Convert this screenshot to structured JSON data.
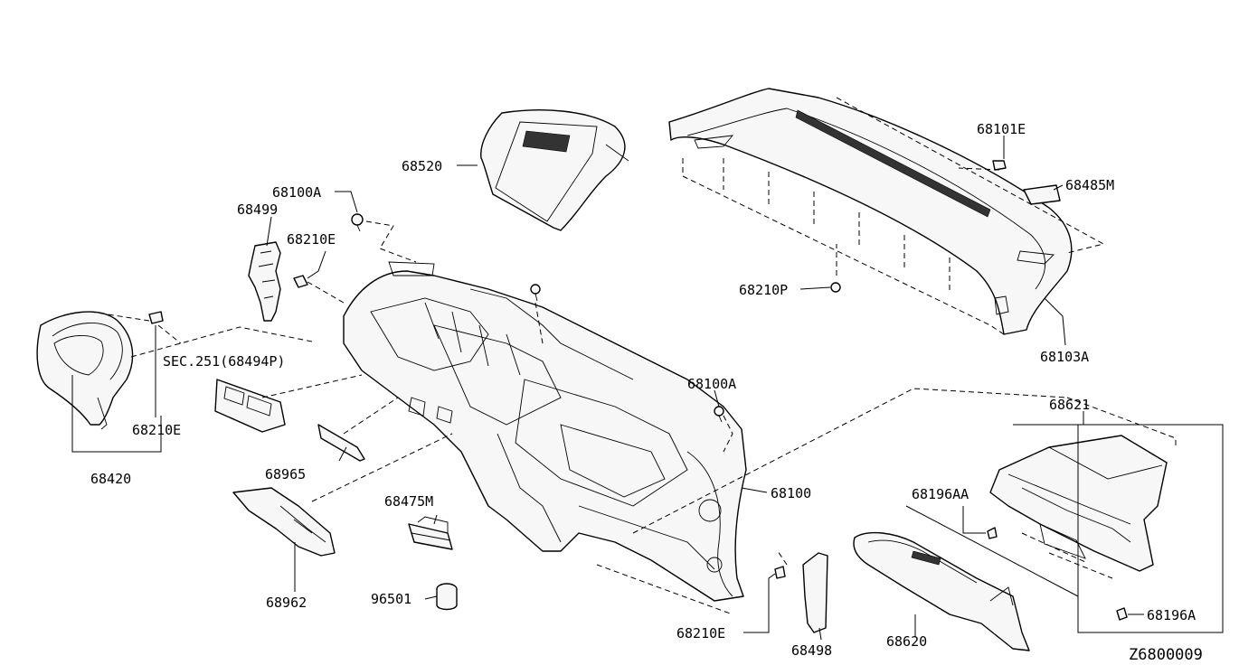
{
  "diagram_id": "Z6800009",
  "labels": {
    "p68520": "68520",
    "p68100A_top": "68100A",
    "p68499": "68499",
    "p68210E_top": "68210E",
    "p68101E": "68101E",
    "p68485M": "68485M",
    "p68210P": "68210P",
    "p68103A": "68103A",
    "sec251": "SEC.251(68494P)",
    "p68210E_left": "68210E",
    "p68420": "68420",
    "p68965": "68965",
    "p68100A_mid": "68100A",
    "p68621": "68621",
    "p68196AA": "68196AA",
    "p68100": "68100",
    "p68475M": "68475M",
    "p68962": "68962",
    "p96501": "96501",
    "p68210E_bottom": "68210E",
    "p68498": "68498",
    "p68620": "68620",
    "p68196A": "68196A"
  }
}
